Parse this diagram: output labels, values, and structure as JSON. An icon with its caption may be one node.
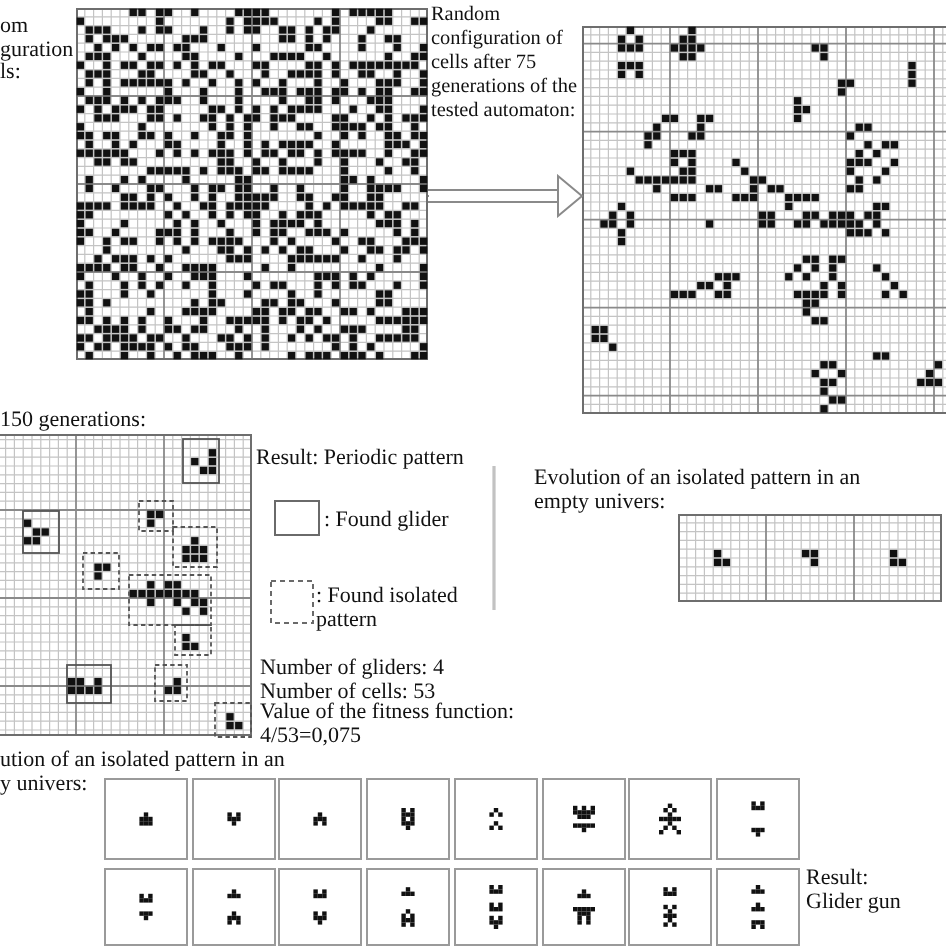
{
  "diagram": {
    "nodes": [
      {
        "text": [],
        "shape": "picture",
        "beside": [
          "om guration ls:"
        ]
      },
      {
        "text": [],
        "shape": "picture",
        "beside": [
          "Random configuration of cells after 75 generations of the tested automaton:"
        ]
      }
    ],
    "edges": [
      {
        "from": 0,
        "to": 1,
        "arrow": "to"
      }
    ],
    "labels": [
      "150 generations:",
      "Result: Periodic pattern",
      "Evolution of an isolated pattern in an empty univers:",
      "Number of gliders: 4",
      "Number of cells: 53",
      "Value of the fitness function: 4/53=0,075",
      "ution of an isolated pattern in an y univers:",
      "Result: Glider gun"
    ],
    "legend": [
      {
        "text": ": Found glider"
      },
      {
        "text": ": Found isolated pattern"
      }
    ]
  }
}
